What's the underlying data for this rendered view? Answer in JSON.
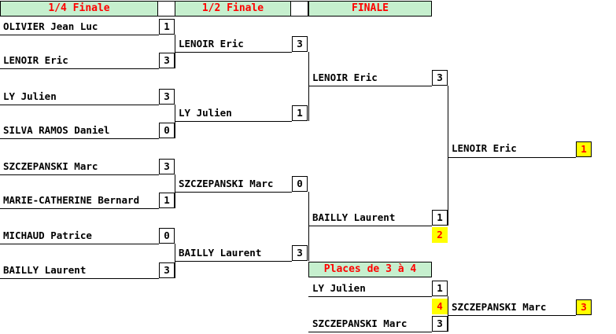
{
  "headers": {
    "quarter": "1/4 Finale",
    "semi": "1/2 Finale",
    "final": "FINALE",
    "places": "Places de 3 à 4"
  },
  "quarter_finals": [
    {
      "player": "OLIVIER Jean Luc",
      "score": "1"
    },
    {
      "player": "LENOIR Eric",
      "score": "3"
    },
    {
      "player": "LY Julien",
      "score": "3"
    },
    {
      "player": "SILVA RAMOS Daniel",
      "score": "0"
    },
    {
      "player": "SZCZEPANSKI Marc",
      "score": "3"
    },
    {
      "player": "MARIE-CATHERINE Bernard",
      "score": "1"
    },
    {
      "player": "MICHAUD Patrice",
      "score": "0"
    },
    {
      "player": "BAILLY Laurent",
      "score": "3"
    }
  ],
  "semi_finals": [
    {
      "player": "LENOIR Eric",
      "score": "3"
    },
    {
      "player": "LY Julien",
      "score": "1"
    },
    {
      "player": "SZCZEPANSKI Marc",
      "score": "0"
    },
    {
      "player": "BAILLY Laurent",
      "score": "3"
    }
  ],
  "final": [
    {
      "player": "LENOIR Eric",
      "score": "3"
    },
    {
      "player": "BAILLY Laurent",
      "score": "1",
      "place": "2"
    }
  ],
  "winner": {
    "player": "LENOIR Eric",
    "place": "1"
  },
  "third_place_match": [
    {
      "player": "LY Julien",
      "score": "1",
      "place": "4"
    },
    {
      "player": "SZCZEPANSKI Marc",
      "score": "3"
    }
  ],
  "third_place_winner": {
    "player": "SZCZEPANSKI Marc",
    "place": "3"
  },
  "colors": {
    "header_bg": "#c6efce",
    "header_text": "#ff0000",
    "place_bg": "#ffff00",
    "place_text": "#ff0000"
  }
}
